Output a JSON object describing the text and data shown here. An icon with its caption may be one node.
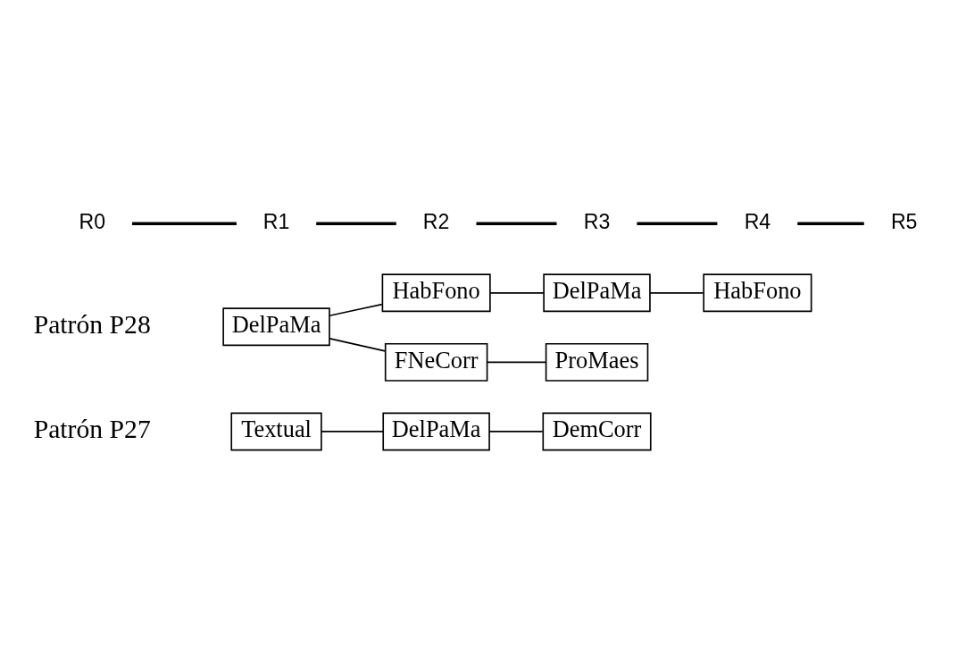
{
  "diagram": {
    "nodes": [
      {
        "text": [
          "Textual"
        ]
      },
      {
        "text": [
          "DelPaMa"
        ]
      },
      {
        "text": [
          "DemCorr"
        ]
      },
      {
        "text": [
          "DelPaMa"
        ]
      },
      {
        "text": [
          "HabFono"
        ]
      },
      {
        "text": [
          "DelPaMa"
        ]
      },
      {
        "text": [
          "HabFono"
        ]
      },
      {
        "text": [
          "FNeCorr"
        ]
      },
      {
        "text": [
          "ProMaes"
        ]
      }
    ],
    "edges": [
      {
        "from": 0,
        "to": 1,
        "arrow": "none"
      },
      {
        "from": 1,
        "to": 2,
        "arrow": "none"
      },
      {
        "from": 3,
        "to": 4,
        "arrow": "none"
      },
      {
        "from": 4,
        "to": 5,
        "arrow": "none"
      },
      {
        "from": 5,
        "to": 6,
        "arrow": "none"
      },
      {
        "from": 3,
        "to": 7,
        "arrow": "none"
      },
      {
        "from": 7,
        "to": 8,
        "arrow": "none"
      }
    ],
    "labels": [
      "Patrón P27",
      "Patrón P28",
      "R0",
      "R1",
      "R2",
      "R3",
      "R4",
      "R5"
    ]
  }
}
